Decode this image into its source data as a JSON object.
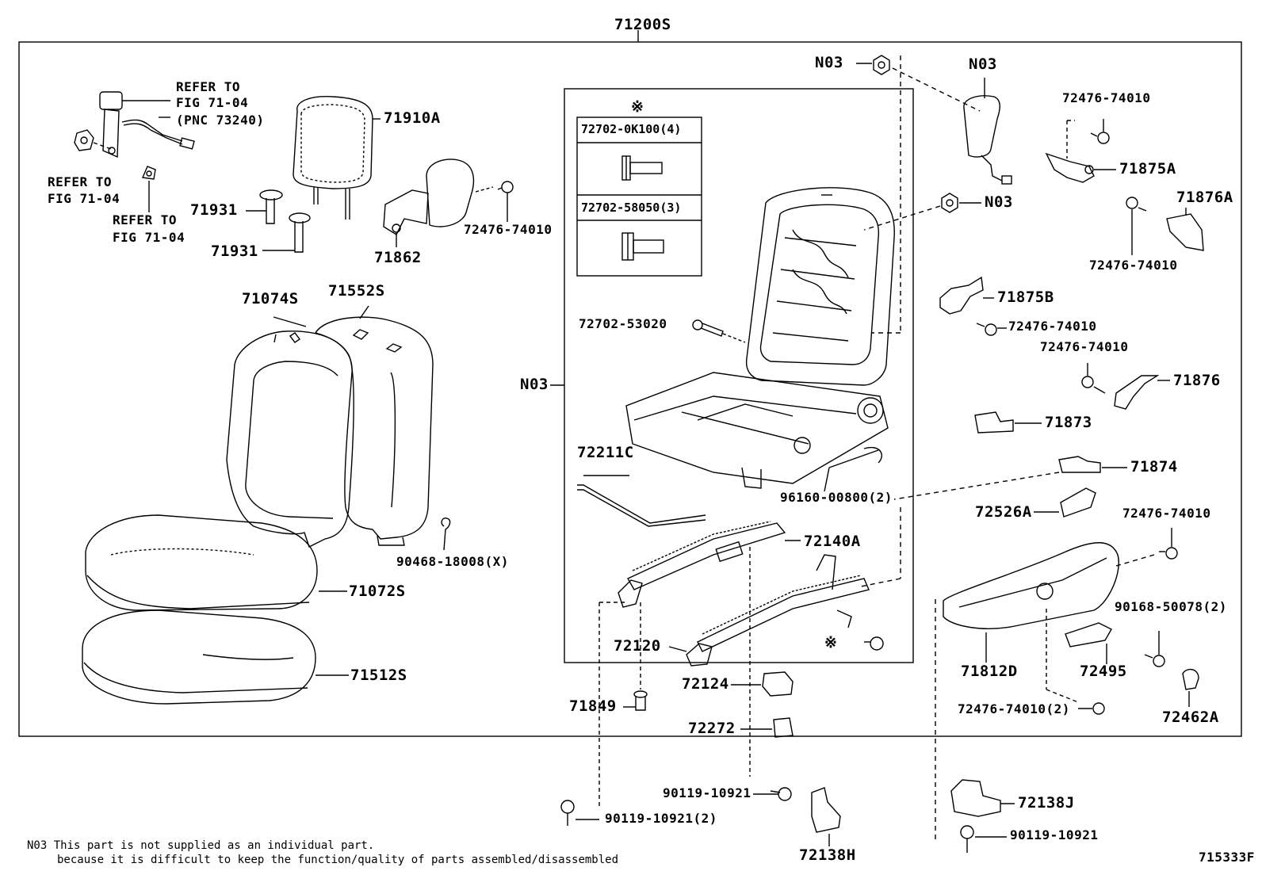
{
  "labels": {
    "l_71200s": "71200S",
    "l_refer_top": "REFER TO",
    "l_fig_top": "FIG 71-04",
    "l_pnc": "(PNC 73240)",
    "l_refer_left": "REFER TO",
    "l_fig_left": "FIG 71-04",
    "l_refer_mid": "REFER TO",
    "l_fig_mid": "FIG 71-04",
    "l_71910a": "71910A",
    "l_71931a": "71931",
    "l_71931b": "71931",
    "l_71862": "71862",
    "l_72476_a": "72476-74010",
    "l_71074s": "71074S",
    "l_71552s": "71552S",
    "l_90468": "90468-18008(X)",
    "l_71072s": "71072S",
    "l_71512s": "71512S",
    "l_kome_top": "※",
    "l_box1": "72702-0K100(4)",
    "l_box2": "72702-58050(3)",
    "l_72702_53020": "72702-53020",
    "l_n03_left": "N03",
    "l_72211c": "72211C",
    "l_96160": "96160-00800(2)",
    "l_72140a": "72140A",
    "l_72120": "72120",
    "l_kome_bottom": "※",
    "l_71849": "71849",
    "l_72124": "72124",
    "l_72272": "72272",
    "l_90119_a": "90119-10921",
    "l_90119_b": "90119-10921(2)",
    "l_72138h": "72138H",
    "l_n03_top": "N03",
    "l_n03_right1": "N03",
    "l_n03_right2": "N03",
    "l_72476_b": "72476-74010",
    "l_71875a": "71875A",
    "l_71876a": "71876A",
    "l_72476_c": "72476-74010",
    "l_71875b": "71875B",
    "l_72476_d": "72476-74010",
    "l_72476_e": "72476-74010",
    "l_71876": "71876",
    "l_71873": "71873",
    "l_71874": "71874",
    "l_72526a": "72526A",
    "l_72476_f": "72476-74010",
    "l_90168": "90168-50078(2)",
    "l_71812d": "71812D",
    "l_72495": "72495",
    "l_72476_g": "72476-74010(2)",
    "l_72462a": "72462A",
    "l_72138j": "72138J",
    "l_90119_c": "90119-10921",
    "l_ref": "715333F"
  },
  "footnote": {
    "line1": "N03 This part is not supplied as an individual part.",
    "line2": "because it is difficult to keep the function/quality of parts assembled/disassembled"
  }
}
